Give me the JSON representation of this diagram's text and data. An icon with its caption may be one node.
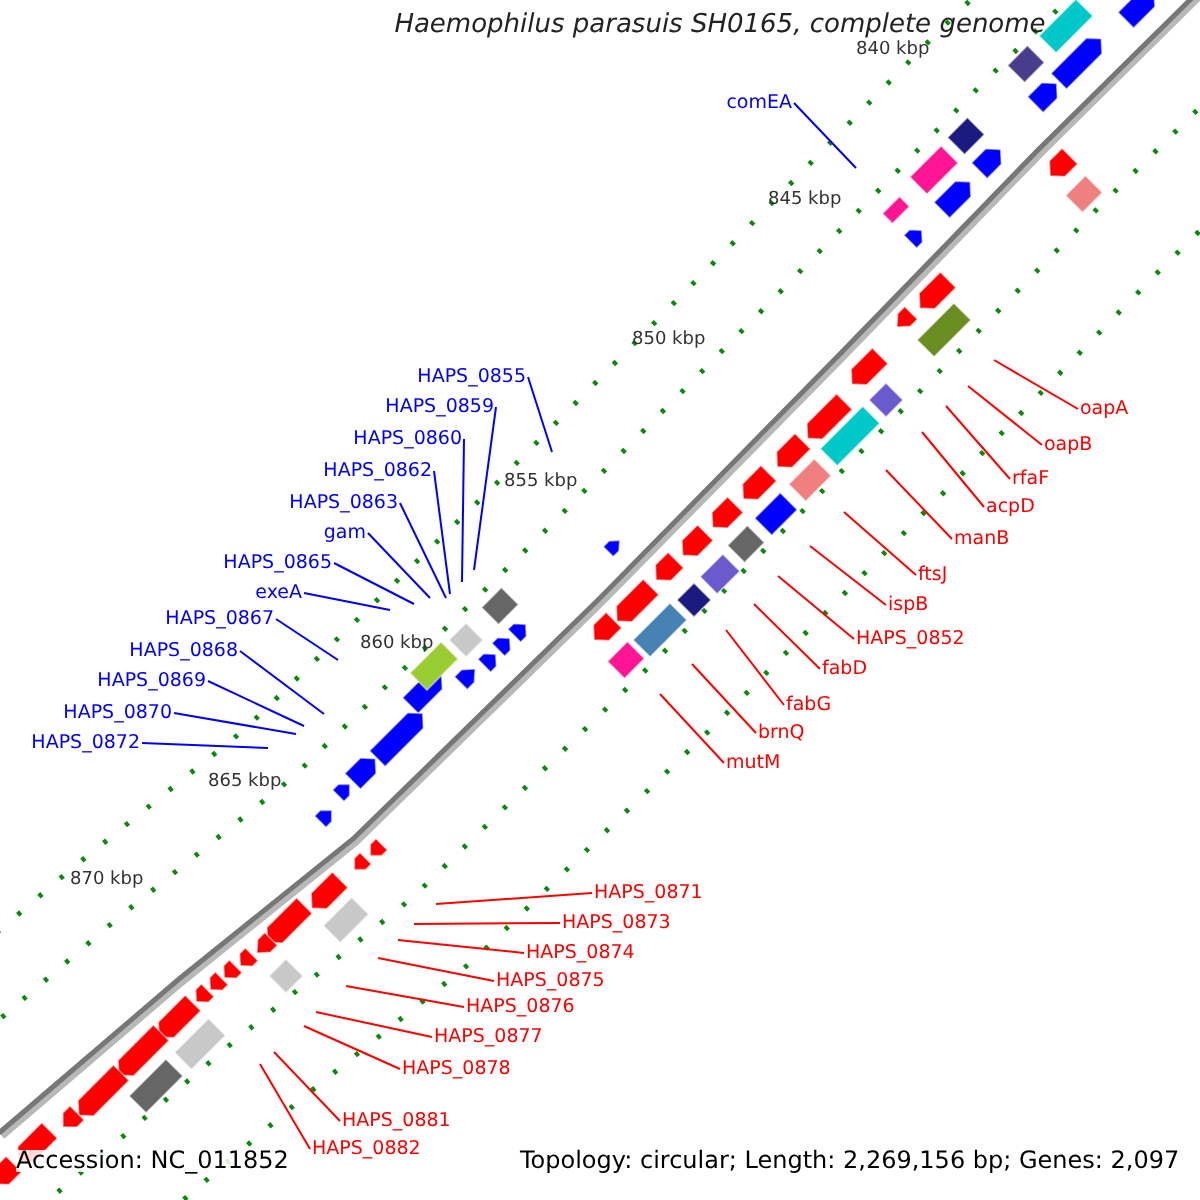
{
  "diagram": {
    "title": "Haemophilus parasuis SH0165, complete genome",
    "nodes": [
      {
        "text": [
          "comEA"
        ]
      },
      {
        "text": [
          "HAPS_0855"
        ]
      },
      {
        "text": [
          "HAPS_0859"
        ]
      },
      {
        "text": [
          "HAPS_0860"
        ]
      },
      {
        "text": [
          "HAPS_0862"
        ]
      },
      {
        "text": [
          "HAPS_0863"
        ]
      },
      {
        "text": [
          "gam"
        ]
      },
      {
        "text": [
          "HAPS_0865"
        ]
      },
      {
        "text": [
          "exeA"
        ]
      },
      {
        "text": [
          "HAPS_0867"
        ]
      },
      {
        "text": [
          "HAPS_0868"
        ]
      },
      {
        "text": [
          "HAPS_0869"
        ]
      },
      {
        "text": [
          "HAPS_0870"
        ]
      },
      {
        "text": [
          "HAPS_0872"
        ]
      },
      {
        "text": [
          "oapA"
        ]
      },
      {
        "text": [
          "oapB"
        ]
      },
      {
        "text": [
          "rfaF"
        ]
      },
      {
        "text": [
          "acpD"
        ]
      },
      {
        "text": [
          "manB"
        ]
      },
      {
        "text": [
          "ftsJ"
        ]
      },
      {
        "text": [
          "ispB"
        ]
      },
      {
        "text": [
          "HAPS_0852"
        ]
      },
      {
        "text": [
          "fabD"
        ]
      },
      {
        "text": [
          "fabG"
        ]
      },
      {
        "text": [
          "brnQ"
        ]
      },
      {
        "text": [
          "mutM"
        ]
      },
      {
        "text": [
          "HAPS_0871"
        ]
      },
      {
        "text": [
          "HAPS_0873"
        ]
      },
      {
        "text": [
          "HAPS_0874"
        ]
      },
      {
        "text": [
          "HAPS_0875"
        ]
      },
      {
        "text": [
          "HAPS_0876"
        ]
      },
      {
        "text": [
          "HAPS_0877"
        ]
      },
      {
        "text": [
          "HAPS_0878"
        ]
      },
      {
        "text": [
          "HAPS_0881"
        ]
      },
      {
        "text": [
          "HAPS_0882"
        ]
      }
    ],
    "edges": [
      {
        "from": 0,
        "to": null,
        "arrow": "none",
        "color": "#0000ff"
      },
      {
        "from": 1,
        "to": null,
        "arrow": "none",
        "color": "#0000ff"
      },
      {
        "from": 2,
        "to": null,
        "arrow": "none",
        "color": "#0000ff"
      },
      {
        "from": 3,
        "to": null,
        "arrow": "none",
        "color": "#0000ff"
      },
      {
        "from": 4,
        "to": null,
        "arrow": "none",
        "color": "#0000ff"
      },
      {
        "from": 5,
        "to": null,
        "arrow": "none",
        "color": "#0000ff"
      },
      {
        "from": 6,
        "to": null,
        "arrow": "none",
        "color": "#0000ff"
      },
      {
        "from": 7,
        "to": null,
        "arrow": "none",
        "color": "#0000ff"
      },
      {
        "from": 8,
        "to": null,
        "arrow": "none",
        "color": "#0000ff"
      },
      {
        "from": 9,
        "to": null,
        "arrow": "none",
        "color": "#0000ff"
      },
      {
        "from": 10,
        "to": null,
        "arrow": "none",
        "color": "#0000ff"
      },
      {
        "from": 11,
        "to": null,
        "arrow": "none",
        "color": "#0000ff"
      },
      {
        "from": 12,
        "to": null,
        "arrow": "none",
        "color": "#0000ff"
      },
      {
        "from": 13,
        "to": null,
        "arrow": "none",
        "color": "#0000ff"
      },
      {
        "from": 14,
        "to": null,
        "arrow": "none"
      },
      {
        "from": 15,
        "to": null,
        "arrow": "none"
      },
      {
        "from": 16,
        "to": null,
        "arrow": "none"
      },
      {
        "from": 17,
        "to": null,
        "arrow": "none"
      },
      {
        "from": 18,
        "to": null,
        "arrow": "none"
      },
      {
        "from": 19,
        "to": null,
        "arrow": "none"
      },
      {
        "from": 20,
        "to": null,
        "arrow": "none"
      },
      {
        "from": 21,
        "to": null,
        "arrow": "none"
      },
      {
        "from": 22,
        "to": null,
        "arrow": "none"
      },
      {
        "from": 23,
        "to": null,
        "arrow": "none"
      },
      {
        "from": 24,
        "to": null,
        "arrow": "none"
      },
      {
        "from": 25,
        "to": null,
        "arrow": "none"
      },
      {
        "from": 26,
        "to": null,
        "arrow": "none"
      },
      {
        "from": 27,
        "to": null,
        "arrow": "none"
      },
      {
        "from": 28,
        "to": null,
        "arrow": "none"
      },
      {
        "from": 29,
        "to": null,
        "arrow": "none"
      },
      {
        "from": 30,
        "to": null,
        "arrow": "none"
      },
      {
        "from": 31,
        "to": null,
        "arrow": "none"
      },
      {
        "from": 32,
        "to": null,
        "arrow": "none"
      },
      {
        "from": 33,
        "to": null,
        "arrow": "none"
      },
      {
        "from": 34,
        "to": null,
        "arrow": "none"
      }
    ],
    "labels": [
      "840 kbp",
      "845 kbp",
      "850 kbp",
      "855 kbp",
      "860 kbp",
      "865 kbp",
      "870 kbp",
      "Accession: NC_011852",
      "Topology: circular; Length: 2,269,156 bp; Genes: 2,097"
    ]
  }
}
